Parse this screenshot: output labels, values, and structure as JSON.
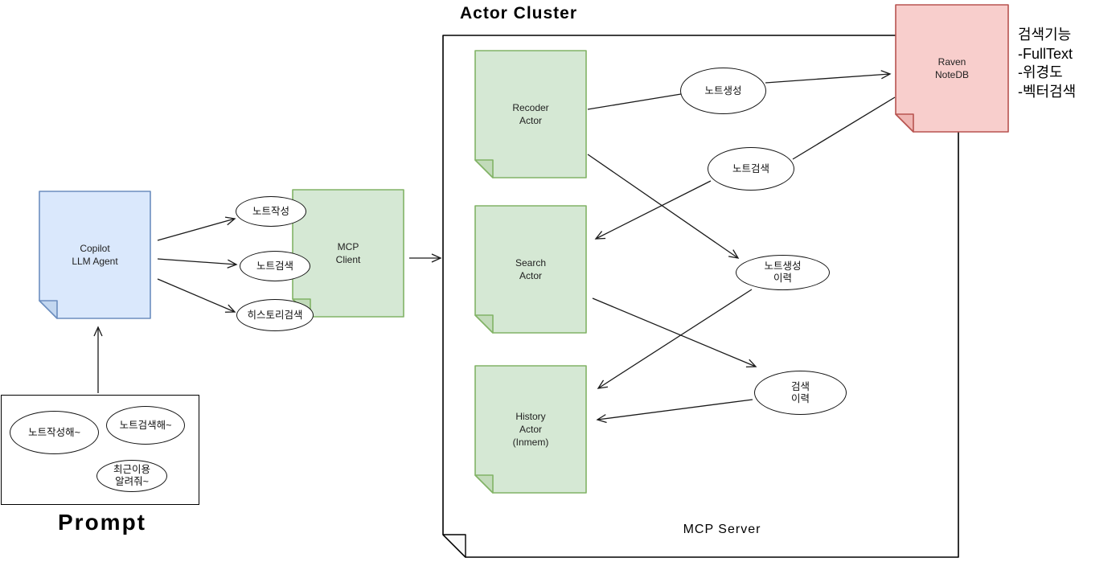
{
  "titles": {
    "actor_cluster": "Actor Cluster",
    "mcp_server": "MCP Server",
    "prompt": "Prompt"
  },
  "annotation": {
    "lines": [
      "검색기능",
      "-FullText",
      "-위경도",
      "-벡터검색"
    ]
  },
  "notes": {
    "copilot": {
      "lines": [
        "Copilot",
        "LLM Agent"
      ],
      "fill": "#dae8fc",
      "stroke": "#6c8ebf",
      "flap": "#c3d7f0"
    },
    "mcp_client": {
      "lines": [
        "MCP",
        "Client"
      ],
      "fill": "#d5e8d4",
      "stroke": "#82b366",
      "flap": "#c2dbba"
    },
    "recoder": {
      "lines": [
        "Recoder",
        "Actor"
      ],
      "fill": "#d5e8d4",
      "stroke": "#82b366",
      "flap": "#c2dbba"
    },
    "search": {
      "lines": [
        "Search",
        "Actor"
      ],
      "fill": "#d5e8d4",
      "stroke": "#82b366",
      "flap": "#c2dbba"
    },
    "history": {
      "lines": [
        "History",
        "Actor",
        "(Inmem)"
      ],
      "fill": "#d5e8d4",
      "stroke": "#82b366",
      "flap": "#c2dbba"
    },
    "raven": {
      "lines": [
        "Raven",
        "NoteDB"
      ],
      "fill": "#f8cecc",
      "stroke": "#b85450",
      "flap": "#efb5b2"
    }
  },
  "server_box": {
    "fill": "#ffffff",
    "stroke": "#000000",
    "flap": "#fafafa"
  },
  "ellipses": {
    "note_write": {
      "label": "노트작성"
    },
    "note_search": {
      "label": "노트검색"
    },
    "history_search": {
      "label": "히스토리검색"
    },
    "note_create": {
      "label": "노트생성"
    },
    "note_search_srv": {
      "label": "노트검색"
    },
    "note_create_hist": {
      "lines": [
        "노트생성",
        "이력"
      ]
    },
    "search_hist": {
      "lines": [
        "검색",
        "이력"
      ]
    },
    "prompt_write": {
      "label": "노트작성해~"
    },
    "prompt_search": {
      "label": "노트검색해~"
    },
    "prompt_recent": {
      "lines": [
        "최근이용",
        "알려줘~"
      ]
    }
  },
  "colors": {
    "line": "#1a1a1a",
    "text": "#1f1f1f",
    "background": "#ffffff"
  }
}
